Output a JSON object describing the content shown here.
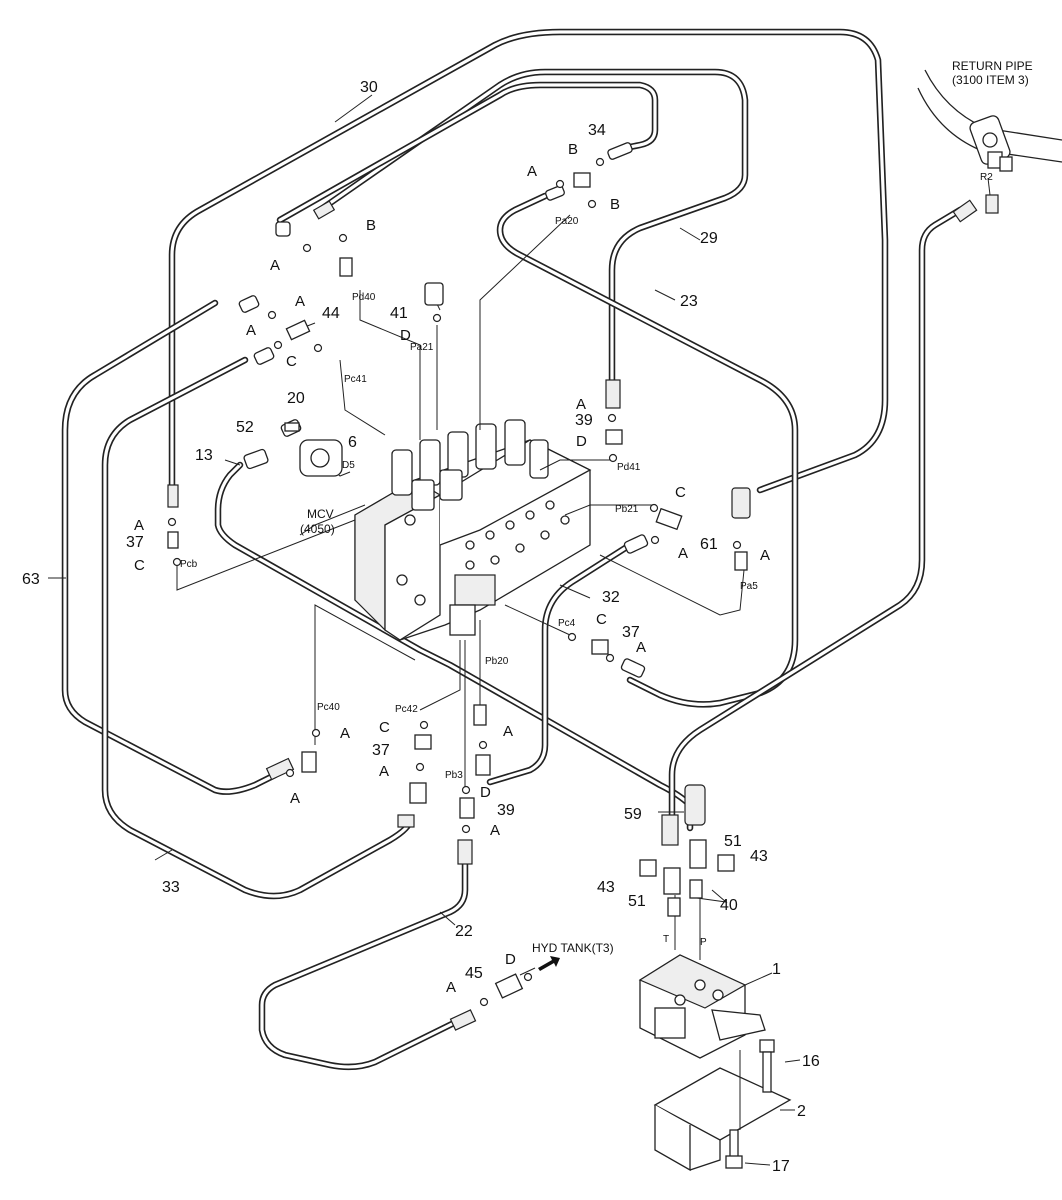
{
  "return_pipe": {
    "line1": "RETURN PIPE",
    "line2": "(3100 ITEM 3)"
  },
  "mcv": {
    "line1": "MCV",
    "line2": "(4050)"
  },
  "hyd_tank": "HYD TANK(T3)",
  "part_numbers": {
    "p30": "30",
    "p34": "34",
    "p29": "29",
    "p23": "23",
    "p41": "41",
    "p44": "44",
    "p20": "20",
    "p52": "52",
    "p6": "6",
    "p13": "13",
    "p63": "63",
    "p37a": "37",
    "p39a": "39",
    "p61": "61",
    "p32": "32",
    "p37b": "37",
    "p37c": "37",
    "p39b": "39",
    "p33": "33",
    "p22": "22",
    "p45": "45",
    "p59": "59",
    "p51a": "51",
    "p43a": "43",
    "p43b": "43",
    "p51b": "51",
    "p40": "40",
    "p1": "1",
    "p16": "16",
    "p2": "2",
    "p17": "17"
  },
  "letters": {
    "A": "A",
    "B": "B",
    "C": "C",
    "D": "D"
  },
  "ports": {
    "pd40": "Pd40",
    "pa21": "Pa21",
    "pc41": "Pc41",
    "pa20": "Pa20",
    "pd41": "Pd41",
    "pb21": "Pb21",
    "pa5": "Pa5",
    "pcb": "Pcb",
    "pc4": "Pc4",
    "pb20": "Pb20",
    "pc40": "Pc40",
    "pc42": "Pc42",
    "pb3": "Pb3",
    "d5": "D5",
    "r2": "R2",
    "t": "T",
    "p": "P"
  }
}
